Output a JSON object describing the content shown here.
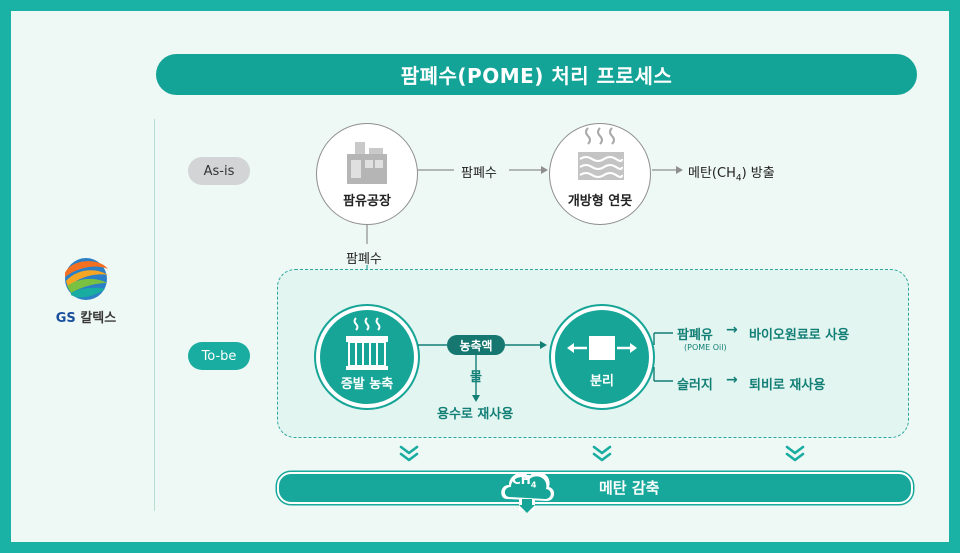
{
  "title": "팜폐수(POME) 처리 프로세스",
  "logo": {
    "brand": "GS",
    "name": "칼텍스"
  },
  "rows": {
    "asis": "As-is",
    "tobe": "To-be"
  },
  "asis": {
    "mill": "팜유공장",
    "wastewater1": "팜폐수",
    "pond": "개방형 연못",
    "emission_pre": "메탄(CH",
    "emission_sub": "4",
    "emission_post": ") 방출",
    "wastewater2": "팜폐수"
  },
  "tobe": {
    "evaporation": "증발 농축",
    "concentrate": "농축액",
    "water": "물",
    "water_reuse": "용수로 재사용",
    "separation": "분리",
    "palm_oil": "팜폐유",
    "pome_oil": "(POME Oil)",
    "bio": "바이오원료로 사용",
    "sludge": "슬러지",
    "compost": "퇴비로 재사용"
  },
  "bottom": {
    "ch4_pre": "CH",
    "ch4_sub": "4",
    "label": "메탄 감축"
  },
  "colors": {
    "frame": "#1bb2a6",
    "teal": "#16a597",
    "dark_teal": "#15776f",
    "background": "#eef8f5"
  }
}
